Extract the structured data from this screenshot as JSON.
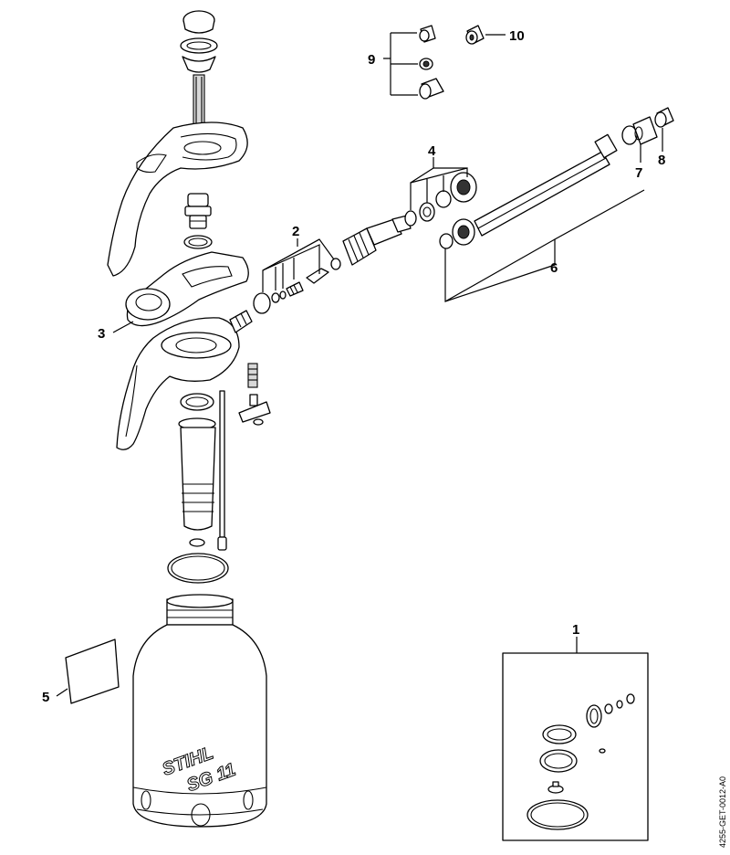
{
  "callouts": {
    "c1": "1",
    "c2": "2",
    "c3": "3",
    "c4": "4",
    "c5": "5",
    "c6": "6",
    "c7": "7",
    "c8": "8",
    "c9": "9",
    "c10": "10"
  },
  "brand": {
    "line1": "STIHL",
    "line2": "SG 11"
  },
  "document_id": "4255-GET-0012-A0",
  "colors": {
    "line": "#000000",
    "background": "#ffffff"
  }
}
